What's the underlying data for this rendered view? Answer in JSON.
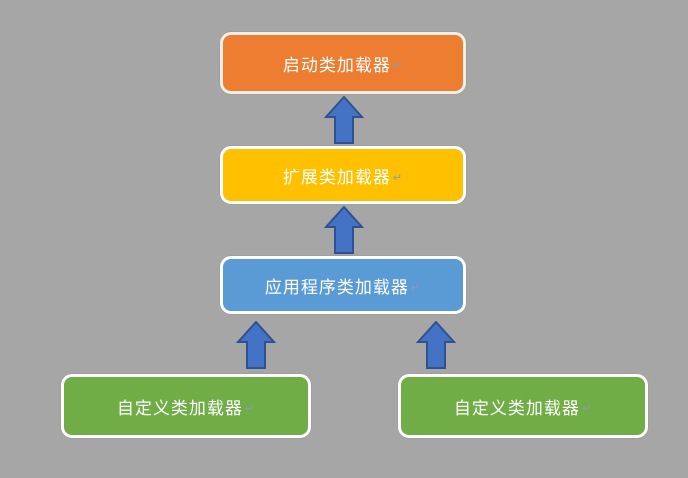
{
  "diagram": {
    "description": "class-loader-hierarchy",
    "background_color": "#A6A6A6",
    "return_mark": "↵",
    "colors": {
      "bootstrap_fill": "#ED7D31",
      "extension_fill": "#FFC000",
      "application_fill": "#5B9BD5",
      "custom_fill": "#70AD47",
      "node_border": "#FFFFFF",
      "node_text": "#FFFFFF",
      "arrow_fill": "#4472C4",
      "arrow_stroke": "#2F528F"
    },
    "nodes": [
      {
        "id": "bootstrap-classloader",
        "label": "启动类加载器",
        "fill": "#ED7D31"
      },
      {
        "id": "extension-classloader",
        "label": "扩展类加载器",
        "fill": "#FFC000"
      },
      {
        "id": "application-classloader",
        "label": "应用程序类加载器",
        "fill": "#5B9BD5"
      },
      {
        "id": "custom-classloader-left",
        "label": "自定义类加载器",
        "fill": "#70AD47"
      },
      {
        "id": "custom-classloader-right",
        "label": "自定义类加载器",
        "fill": "#70AD47"
      }
    ],
    "edges": [
      {
        "from": "extension-classloader",
        "to": "bootstrap-classloader",
        "direction": "up"
      },
      {
        "from": "application-classloader",
        "to": "extension-classloader",
        "direction": "up"
      },
      {
        "from": "custom-classloader-left",
        "to": "application-classloader",
        "direction": "up"
      },
      {
        "from": "custom-classloader-right",
        "to": "application-classloader",
        "direction": "up"
      }
    ]
  }
}
